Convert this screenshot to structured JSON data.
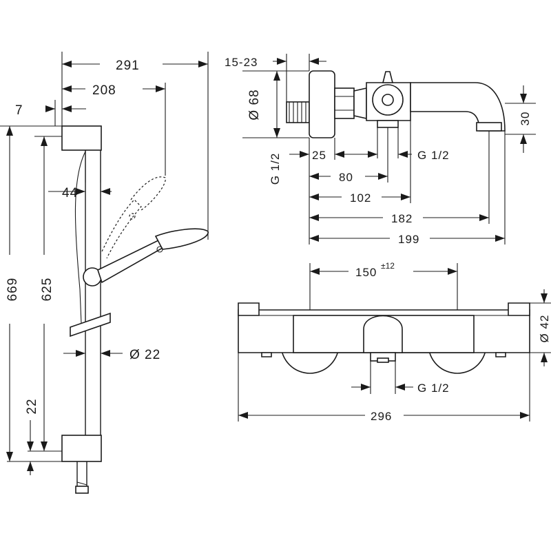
{
  "shower_rail": {
    "dim_291": "291",
    "dim_208": "208",
    "dim_7": "7",
    "dim_44": "44",
    "dim_669": "669",
    "dim_625": "625",
    "dim_22_dia": "Ø 22",
    "dim_22": "22"
  },
  "bath_spout_side": {
    "dim_15_23": "15-23",
    "dim_68_dia": "Ø 68",
    "dim_30": "30",
    "thread_left": "G 1/2",
    "dim_25": "25",
    "thread_right": "G 1/2",
    "dim_80": "80",
    "dim_102": "102",
    "dim_182": "182",
    "dim_199": "199"
  },
  "mixer_front": {
    "dim_150": "150",
    "dim_150_tol": "±12",
    "dim_42_dia": "Ø 42",
    "thread_bottom": "G 1/2",
    "dim_296": "296"
  }
}
